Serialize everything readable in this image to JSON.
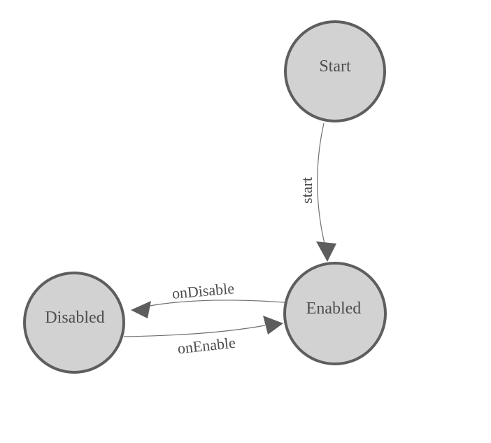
{
  "diagram": {
    "type": "state-machine",
    "nodes": [
      {
        "id": "start",
        "label": "Start"
      },
      {
        "id": "enabled",
        "label": "Enabled"
      },
      {
        "id": "disabled",
        "label": "Disabled"
      }
    ],
    "edges": [
      {
        "id": "start-to-enabled",
        "label": "start",
        "from": "Start",
        "to": "Enabled"
      },
      {
        "id": "enabled-to-disabled",
        "label": "onDisable",
        "from": "Enabled",
        "to": "Disabled"
      },
      {
        "id": "disabled-to-enabled",
        "label": "onEnable",
        "from": "Disabled",
        "to": "Enabled"
      }
    ]
  },
  "colors": {
    "background": "#ffffff",
    "node_fill": "#d2d2d2",
    "node_stroke": "#5e5e5e",
    "edge_stroke": "#707070",
    "arrow_fill": "#5d5d5d",
    "text_color": "#4d4d4d"
  }
}
